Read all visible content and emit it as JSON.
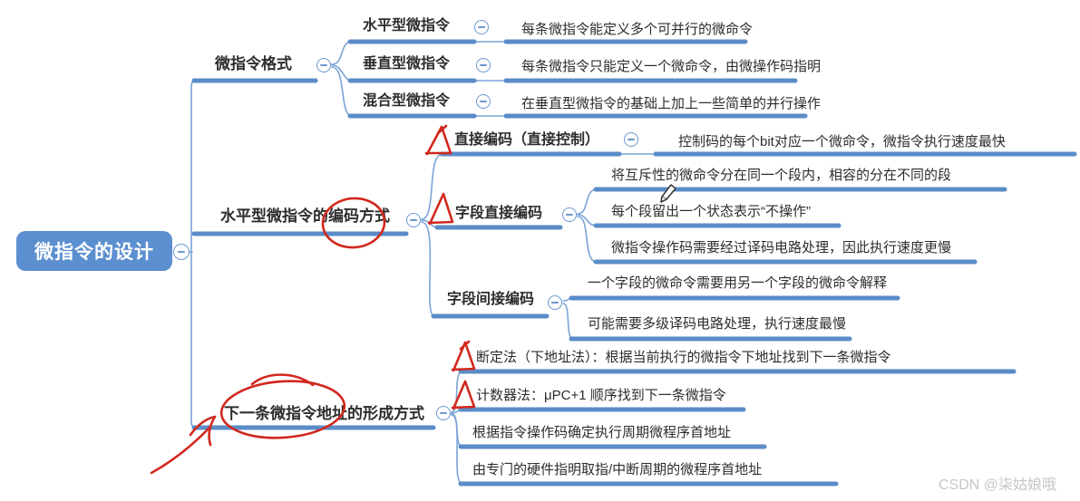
{
  "root": {
    "label": "微指令的设计"
  },
  "branches": [
    {
      "label": "微指令格式",
      "children": [
        {
          "topic": "水平型微指令",
          "note": "每条微指令能定义多个可并行的微命令"
        },
        {
          "topic": "垂直型微指令",
          "note": "每条微指令只能定义一个微命令，由微操作码指明"
        },
        {
          "topic": "混合型微指令",
          "note": "在垂直型微指令的基础上加上一些简单的并行操作"
        }
      ]
    },
    {
      "label": "水平型微指令的编码方式",
      "children": [
        {
          "topic": "直接编码（直接控制）",
          "notes": [
            "控制码的每个bit对应一个微命令，微指令执行速度最快"
          ]
        },
        {
          "topic": "字段直接编码",
          "notes": [
            "将互斥性的微命令分在同一个段内，相容的分在不同的段",
            "每个段留出一个状态表示“不操作”",
            "微指令操作码需要经过译码电路处理，因此执行速度更慢"
          ]
        },
        {
          "topic": "字段间接编码",
          "notes": [
            "一个字段的微命令需要用另一个字段的微命令解释",
            "可能需要多级译码电路处理，执行速度最慢"
          ]
        }
      ]
    },
    {
      "label": "下一条微指令地址的形成方式",
      "children": [
        {
          "note": "断定法（下地址法）：根据当前执行的微指令下地址找到下一条微指令"
        },
        {
          "note": "计数器法：μPC+1 顺序找到下一条微指令"
        },
        {
          "note": "根据指令操作码确定执行周期微程序首地址"
        },
        {
          "note": "由专门的硬件指明取指/中断周期的微程序首地址"
        }
      ]
    }
  ],
  "icons": {
    "collapse_icon": "⊖",
    "pencil_icon": "✎",
    "red_marks": [
      "triangle check",
      "circle highlight",
      "arrow"
    ]
  },
  "colors": {
    "node_blue": "#5b8fd0",
    "underline_blue": "#5b8cc8",
    "line_blue": "#7ba3d6",
    "annotation_red": "#d2281e",
    "text": "#2d2d2d",
    "watermark_gray": "#c6c6c6"
  },
  "watermark": "CSDN @柒姑娘哦"
}
